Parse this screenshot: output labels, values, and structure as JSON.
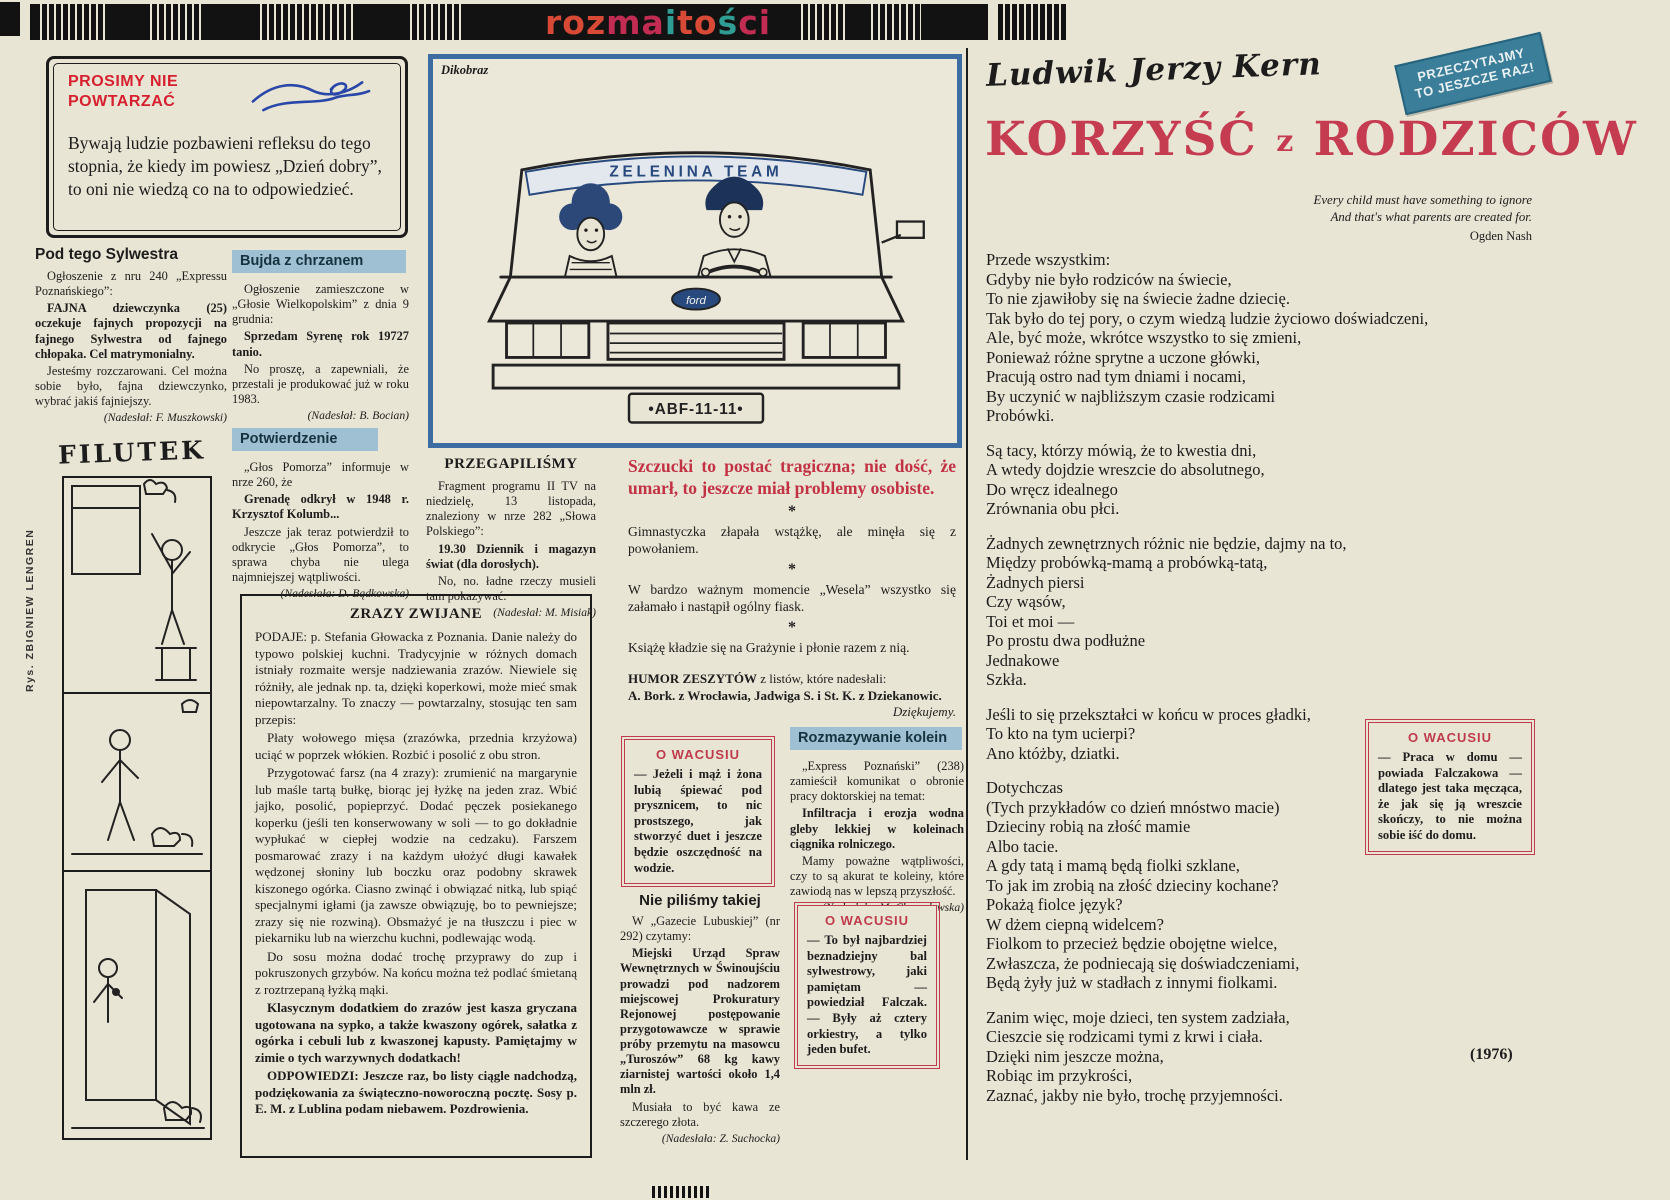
{
  "masthead": {
    "p1": "roz",
    "p2": "ma",
    "p3": "i",
    "p4": "to",
    "p5": "ś",
    "p6": "ci"
  },
  "stamp": {
    "line1": "PRZECZYTAJMY",
    "line2": "TO JESZCZE RAZ!"
  },
  "prosimy": {
    "title": "PROSIMY NIE\nPOWTARZAĆ",
    "body": "Bywają ludzie pozbawieni refleksu do tego stopnia, że kiedy im powiesz „Dzień dobry”, to oni nie wiedzą co na to odpowiedzieć."
  },
  "pod_tego": {
    "title": "Pod tego Sylwestra",
    "p1": "Ogłoszenie z nru 240 „Expressu Poznańskiego”:",
    "p2": "FAJNA dziewczynka (25) oczekuje fajnych propozycji na fajnego Sylwestra od fajnego chłopaka. Cel matrymonialny.",
    "p3": "Jesteśmy rozczarowani. Cel można sobie było, fajna dziewczynko, wybrać jakiś fajniejszy.",
    "p4": "(Nadesłał: F. Muszkowski)"
  },
  "comic": {
    "logo": "FILUTEK",
    "credit": "Rys. ZBIGNIEW LENGREN"
  },
  "bujda": {
    "title": "Bujda z chrzanem",
    "p1": "Ogłoszenie zamieszczone w „Głosie Wielkopolskim” z dnia 9 grudnia:",
    "p2": "Sprzedam Syrenę rok 19727 tanio.",
    "p3": "No proszę, a zapewniali, że przestali je produkować już w roku 1983.",
    "p4": "(Nadesłał: B. Bocian)"
  },
  "potw": {
    "title": "Potwierdzenie",
    "p1": "„Głos Pomorza” informuje w nrze 260, że",
    "p2": "Grenadę odkrył w 1948 r. Krzysztof Kolumb...",
    "p3": "Jeszcze jak teraz potwierdził to odkrycie „Głos Pomorza”, to sprawa chyba nie ulega najmniejszej wątpliwości.",
    "p4": "(Nadesłała: D. Bądkowska)"
  },
  "przeg": {
    "title": "PRZEGAPILIŚMY",
    "p1": "Fragment programu II TV na niedzielę, 13 listopada, znaleziony w nrze 282 „Słowa Polskiego”:",
    "p2": "19.30 Dziennik i magazyn świat (dla dorosłych).",
    "p3": "No, no. ładne rzeczy musieli tam pokazywać.",
    "p4": "(Nadesłał: M. Misiak)"
  },
  "zrazy": {
    "title": "ZRAZY ZWIJANE",
    "p1": "PODAJE: p. Stefania Głowacka z Poznania. Danie należy do typowo polskiej kuchni. Tradycyjnie w różnych domach istniały rozmaite wersje nadziewania zrazów. Niewiele się różniły, ale jednak np. ta, dzięki koperkowi, może mieć smak niepowtarzalny. To znaczy — powtarzalny, stosując ten sam przepis:",
    "p2": "Płaty wołowego mięsa (zrazówka, przednia krzyżowa) uciąć w poprzek włókien. Rozbić i posolić z obu stron.",
    "p3": "Przygotować farsz (na 4 zrazy): zrumienić na margarynie lub maśle tartą bułkę, biorąc jej łyżkę na jeden zraz. Wbić jajko, posolić, popieprzyć. Dodać pęczek posiekanego koperku (jeśli ten konserwowany w soli — to go dokładnie wypłukać w ciepłej wodzie na cedzaku). Farszem posmarować zrazy i na każdym ułożyć długi kawałek wędzonej słoniny lub boczku oraz podobny skrawek kiszonego ogórka. Ciasno zwinąć i obwiązać nitką, lub spiąć specjalnymi igłami (ja zawsze obwiązuję, bo to pewniejsze; zrazy się nie rozwiną). Obsmażyć je na tłuszczu i piec w piekarniku lub na wierzchu kuchni, podlewając wodą.",
    "p4": "Do sosu można dodać trochę przyprawy do zup i pokruszonych grzybów. Na końcu można też podlać śmietaną z roztrzepaną łyżką mąki.",
    "p5": "Klasycznym dodatkiem do zrazów jest kasza gryczana ugotowana na sypko, a także kwaszony ogórek, sałatka z ogórka i cebuli lub z kwaszonej kapusty. Pamiętajmy w zimie o tych warzywnych dodatkach!",
    "p6": "ODPOWIEDZI: Jeszcze raz, bo listy ciągle nadchodzą, podziękowania za świąteczno-noworoczną pocztę. Sosy p. E. M. z Lublina podam niebawem. Pozdrowienia."
  },
  "cartoon": {
    "credit": "Dikobraz",
    "banner": "ZELENINA TEAM",
    "plate": "•ABF-11-11•",
    "badge": "ford"
  },
  "szczucki": {
    "text": "Szczucki to postać tragiczna; nie dość, że umarł, to jeszcze miał problemy osobiste.",
    "sep": "*"
  },
  "humor": {
    "items": [
      "Gimnastyczka złapała wstążkę, ale minęła się z powołaniem.",
      "W bardzo ważnym momencie „Wesela” wszystko się załamało i nastąpił ogólny fiask.",
      "Książę kładzie się na Grażynie i płonie razem z nią."
    ],
    "credits_lead": "HUMOR ZESZYTÓW",
    "credits_mid": " z listów, które nadesłali:",
    "credits_names": "A. Bork. z Wrocławia, Jadwiga S. i St. K. z Dziekanowic.",
    "thanks": "Dziękujemy."
  },
  "wac1": {
    "title": "O WACUSIU",
    "body": "— Jeżeli i mąż i żona lubią śpiewać pod prysznicem, to nic prostszego, jak stworzyć duet i jeszcze będzie oszczędność na wodzie."
  },
  "niepil": {
    "title": "Nie piliśmy takiej",
    "p1": "W „Gazecie Lubuskiej” (nr 292) czytamy:",
    "p2": "Miejski Urząd Spraw Wewnętrznych w Świnoujściu prowadzi pod nadzorem miejscowej Prokuratury Rejonowej postępowanie przygotowawcze w sprawie próby przemytu na masowcu „Turoszów” 68 kg kawy ziarnistej wartości około 1,4 mln zł.",
    "p3": "Musiała to być kawa ze szczerego złota.",
    "p4": "(Nadesłała: Z. Suchocka)"
  },
  "rozm": {
    "title": "Rozmazywanie kolein",
    "p1": "„Express Poznański” (238) zamieścił komunikat o obronie pracy doktorskiej na temat:",
    "p2": "Infiltracja i erozja wodna gleby lekkiej w koleinach ciągnika rolniczego.",
    "p3": "Mamy poważne wątpliwości, czy to są akurat te koleiny, które zawiodą nas w lepszą przyszłość.",
    "p4": "(Nadesłała: M. Champlewska)"
  },
  "wac2": {
    "title": "O WACUSIU",
    "body": "— To był najbardziej beznadziejny bal sylwestrowy, jaki pamiętam — powiedział Falczak. — Były aż cztery orkiestry, a tylko jeden bufet."
  },
  "kern": {
    "author": "Ludwik Jerzy Kern",
    "t1": "KORZYŚĆ",
    "t2": "z",
    "t3": "RODZICÓW",
    "epigraph": "Every child must have something to ignore\nAnd that's what parents are created for.",
    "epigraph_author": "Ogden Nash",
    "stanzas": [
      "Przede wszystkim:\nGdyby nie było rodziców na świecie,\nTo nie zjawiłoby się na świecie żadne dziecię.\nTak było do tej pory, o czym wiedzą ludzie życiowo doświadczeni,\nAle, być może, wkrótce wszystko to się zmieni,\nPonieważ różne sprytne a uczone główki,\nPracują ostro nad tym dniami i nocami,\nBy uczynić w najbliższym czasie rodzicami\nProbówki.",
      "Są tacy, którzy mówią, że to kwestia dni,\nA wtedy dojdzie wreszcie do absolutnego,\nDo wręcz idealnego\nZrównania obu płci.",
      "Żadnych zewnętrznych różnic nie będzie, dajmy na to,\nMiędzy probówką-mamą a probówką-tatą,\nŻadnych piersi\nCzy wąsów,\nToi et moi —\nPo prostu dwa podłużne\nJednakowe\nSzkła.",
      "Jeśli to się przekształci w końcu w proces gładki,\nTo kto na tym ucierpi?\nAno któżby, dziatki.",
      "Dotychczas\n(Tych przykładów co dzień mnóstwo macie)\nDzieciny robią na złość mamie\nAlbo tacie.\nA gdy tatą i mamą będą fiolki szklane,\nTo jak im zrobią na złość dzieciny kochane?\nPokażą fiolce język?\nW dżem ciepną widelcem?\nFiolkom to przecież będzie obojętne wielce,\nZwłaszcza, że podniecają się doświadczeniami,\nBędą żyły już w stadłach z innymi fiolkami.",
      "Zanim więc, moje dzieci, ten system zadziała,\nCieszcie się rodzicami tymi z krwi i ciała.\nDzięki nim jeszcze można,\nRobiąc im przykrości,\nZaznać, jakby nie było, trochę przyjemności."
    ],
    "year": "(1976)"
  },
  "wac3": {
    "title": "O WACUSIU",
    "body": "— Praca w domu — powiada Falczakowa — dlatego jest taka męcząca, że jak się ją wreszcie skończy, to nie można sobie iść do domu."
  }
}
